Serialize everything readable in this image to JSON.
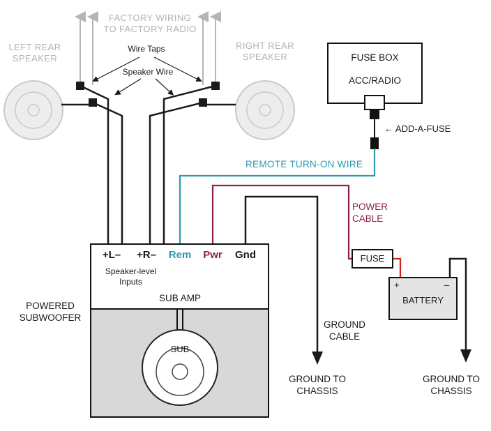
{
  "colors": {
    "remote_wire": "#2b9ab0",
    "power_cable": "#8e2040",
    "battery_wire": "#cc2222",
    "wire": "#1a1a1a",
    "factory_label": "#b2b2b3",
    "subwoofer_body": "#d8d8d8"
  },
  "top": {
    "factory_wiring_label": "FACTORY WIRING\nTO FACTORY RADIO",
    "left_speaker_label": "LEFT REAR\nSPEAKER",
    "right_speaker_label": "RIGHT REAR\nSPEAKER",
    "wire_taps_label": "Wire Taps",
    "speaker_wire_label": "Speaker Wire"
  },
  "fuse_box": {
    "title": "FUSE BOX",
    "slot_label": "ACC/RADIO",
    "add_a_fuse_label": "← ADD-A-FUSE"
  },
  "wires": {
    "remote_label": "REMOTE TURN-ON WIRE",
    "power_label": "POWER\nCABLE",
    "ground_label": "GROUND\nCABLE"
  },
  "amp": {
    "terminals": [
      {
        "id": "left-input",
        "label": "+L–"
      },
      {
        "id": "right-input",
        "label": "+R–"
      },
      {
        "id": "remote",
        "label": "Rem"
      },
      {
        "id": "power",
        "label": "Pwr"
      },
      {
        "id": "ground",
        "label": "Gnd"
      }
    ],
    "inputs_label": "Speaker-level\nInputs",
    "title": "SUB AMP",
    "sub_label": "SUB",
    "unit_label": "POWERED\nSUBWOOFER"
  },
  "power_path": {
    "fuse_label": "FUSE",
    "battery_label": "BATTERY",
    "battery_plus": "+",
    "battery_minus": "–"
  },
  "grounds": {
    "left": "GROUND TO\nCHASSIS",
    "right": "GROUND TO\nCHASSIS"
  }
}
